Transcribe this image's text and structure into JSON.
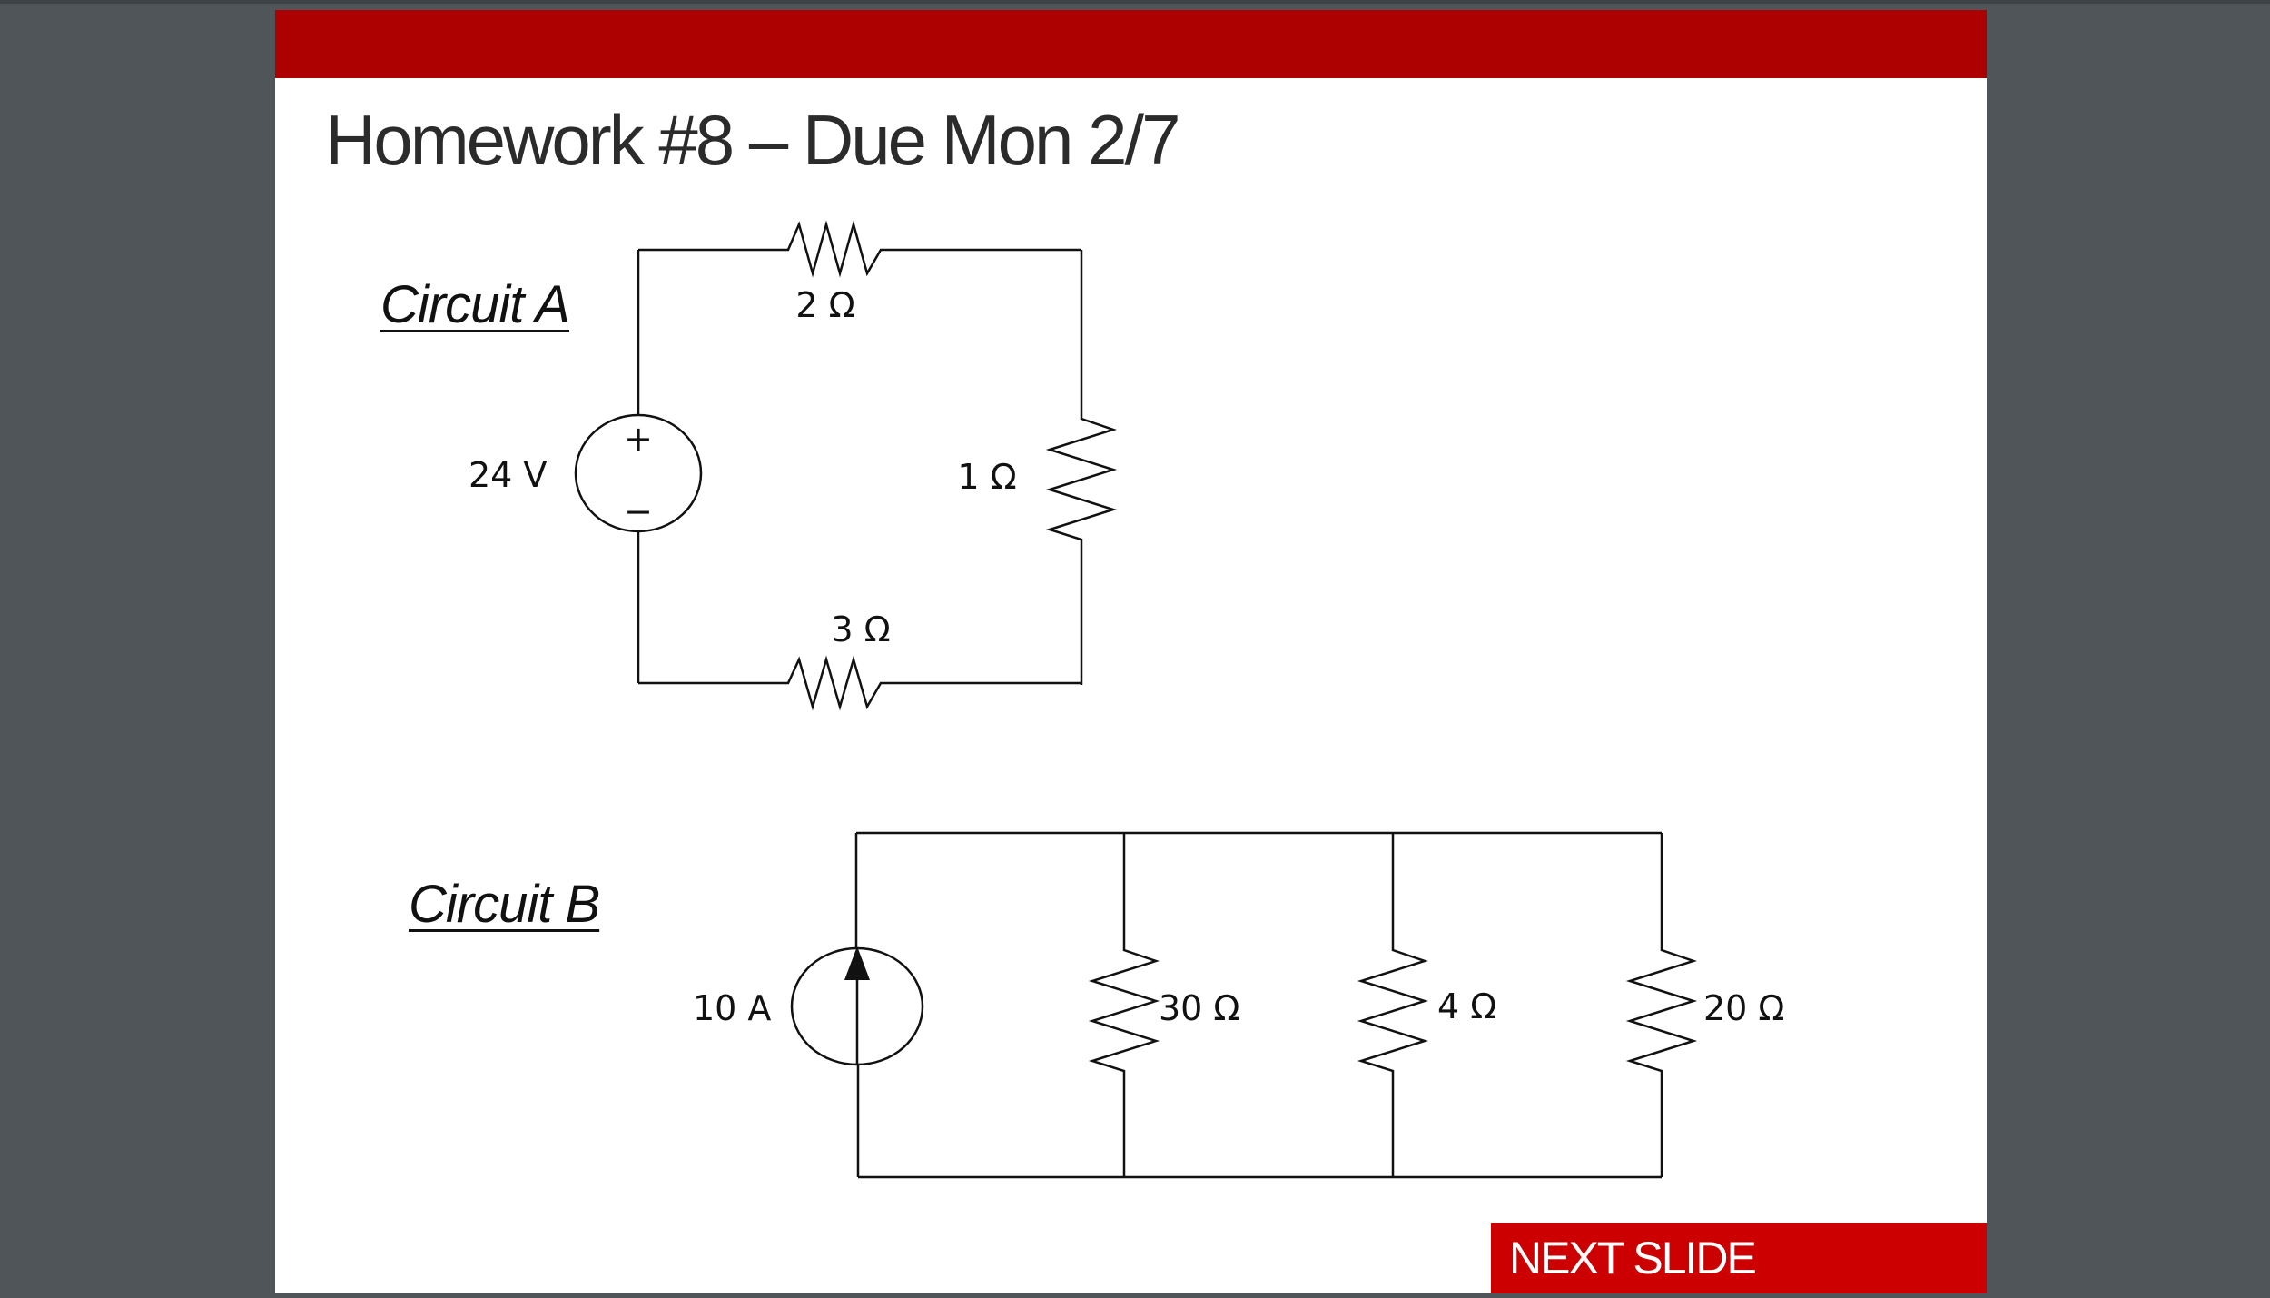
{
  "slide": {
    "title": "Homework #8 – Due Mon 2/7",
    "next_label": "NEXT SLIDE"
  },
  "circuit_a": {
    "title": "Circuit A",
    "source_label": "24 V",
    "plus_sign": "+",
    "minus_sign": "−",
    "top_resistor": "2 Ω",
    "right_resistor": "1 Ω",
    "bottom_resistor": "3 Ω"
  },
  "circuit_b": {
    "title": "Circuit B",
    "source_label": "10 A",
    "resistor_1": "30 Ω",
    "resistor_2": "4 Ω",
    "resistor_3": "20 Ω"
  },
  "colors": {
    "banner": "#ad0000",
    "button": "#cc0000",
    "background": "#50555a"
  }
}
